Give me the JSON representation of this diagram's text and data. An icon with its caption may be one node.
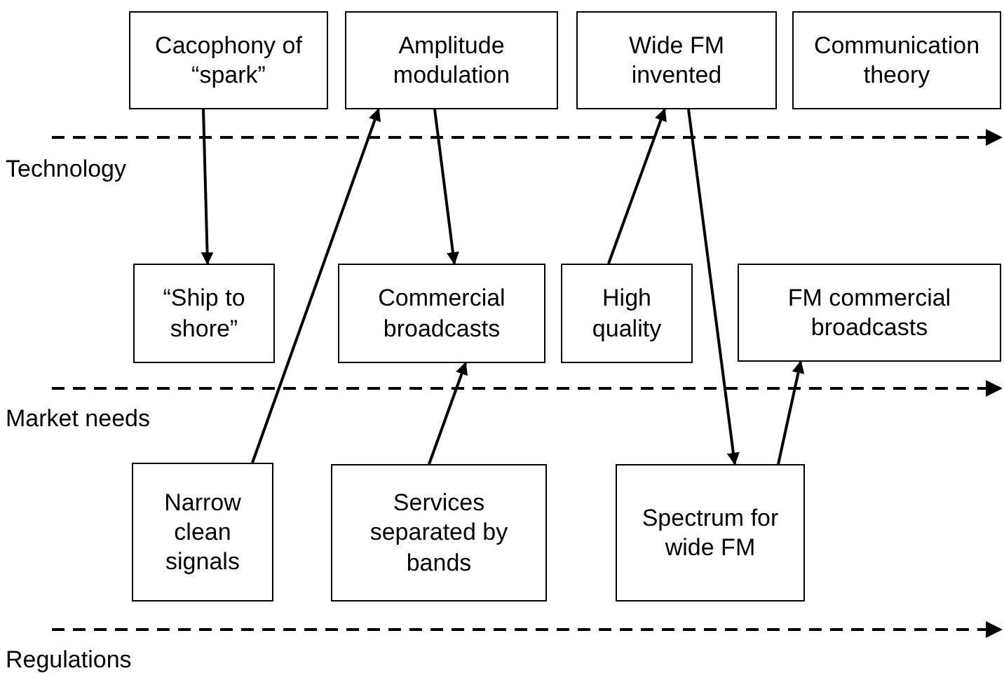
{
  "diagram": {
    "nodes": [
      {
        "text": [
          "Cacophony of “spark”"
        ]
      },
      {
        "text": [
          "Amplitude modulation"
        ]
      },
      {
        "text": [
          "Wide FM invented"
        ]
      },
      {
        "text": [
          "Communication theory"
        ]
      },
      {
        "text": [
          "“Ship to shore”"
        ]
      },
      {
        "text": [
          "Commercial broadcasts"
        ]
      },
      {
        "text": [
          "High quality"
        ]
      },
      {
        "text": [
          "FM commercial broadcasts"
        ]
      },
      {
        "text": [
          "Narrow clean signals"
        ]
      },
      {
        "text": [
          "Services separated by bands"
        ]
      },
      {
        "text": [
          "Spectrum for wide FM"
        ]
      }
    ],
    "edges": [
      {
        "from": 0,
        "to": 4,
        "arrow": "to"
      },
      {
        "from": 8,
        "to": 1,
        "arrow": "to"
      },
      {
        "from": 1,
        "to": 5,
        "arrow": "to"
      },
      {
        "from": 6,
        "to": 2,
        "arrow": "to"
      },
      {
        "from": 2,
        "to": 10,
        "arrow": "to"
      },
      {
        "from": 9,
        "to": 5,
        "arrow": "to"
      },
      {
        "from": 10,
        "to": 7,
        "arrow": "to"
      }
    ],
    "labels": [
      "Technology",
      "Market needs",
      "Regulations"
    ]
  }
}
